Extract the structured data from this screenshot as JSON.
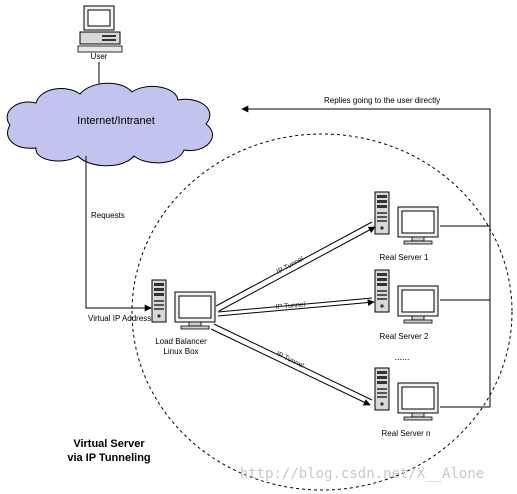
{
  "nodes": {
    "user": "User",
    "cloud": "Internet/Intranet",
    "load_balancer_line1": "Load Balancer",
    "load_balancer_line2": "Linux Box",
    "real_server_1": "Real Server 1",
    "real_server_2": "Real Server 2",
    "real_server_n": "Real Server n",
    "ellipsis": "......"
  },
  "edges": {
    "requests": "Requests",
    "virtual_ip": "Virtual IP Address",
    "replies": "Replies going to the user directly",
    "tunnel": "IP Tunnel"
  },
  "title": {
    "line1": "Virtual Server",
    "line2": "via IP Tunneling"
  },
  "watermark": "http://blog.csdn.net/X__Alone",
  "colors": {
    "cloud_fill": "#c3c3f0",
    "monitor_screen": "#ffffff",
    "server_body": "#d8d8d8"
  },
  "icons": [
    "desktop-computer-icon",
    "server-tower-icon",
    "cloud-icon"
  ]
}
